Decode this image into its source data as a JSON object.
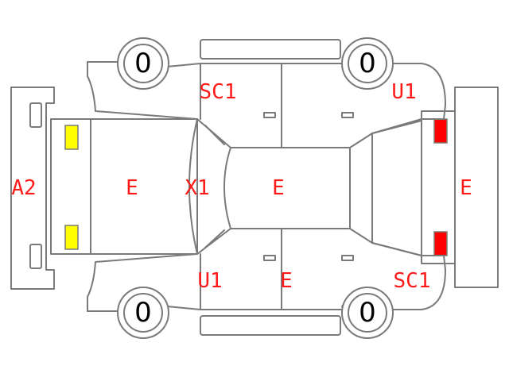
{
  "colors": {
    "outline": "#7a7a7a",
    "code_text": "#ff1a1a",
    "yellow_lamp": "#ffff00",
    "red_lamp": "#ff0000",
    "wheel_text": "#000000"
  },
  "wheels": {
    "front_left": "0",
    "front_right": "0",
    "rear_left": "0",
    "rear_right": "0"
  },
  "codes": {
    "front_bumper": "A2",
    "hood": "E",
    "windshield": "X1",
    "roof": "E",
    "rear_panel": "E",
    "top_left_door": "SC1",
    "top_right_quarter": "U1",
    "bottom_left_door": "U1",
    "bottom_rear_door": "E",
    "bottom_right_quarter": "SC1"
  },
  "lamps": {
    "front": "yellow-lamp",
    "rear": "red-lamp"
  }
}
